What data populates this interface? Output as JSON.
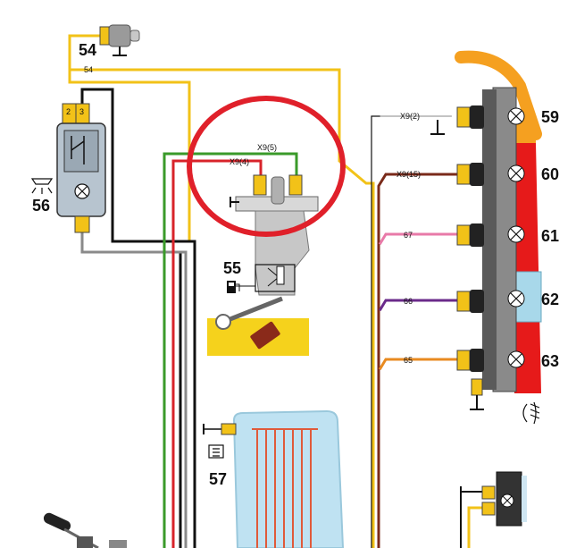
{
  "components": {
    "c54": "54",
    "c55": "55",
    "c56": "56",
    "c57": "57",
    "c59": "59",
    "c60": "60",
    "c61": "61",
    "c62": "62",
    "c63": "63"
  },
  "wire_labels": {
    "w54": "54",
    "x9_2": "X9(2)",
    "x9_15": "X9(15)",
    "x9_5": "X9(5)",
    "x9_4": "X9(4)",
    "w67": "67",
    "w66": "66",
    "w65": "65"
  },
  "connector_pins": {
    "pin2": "2",
    "pin3": "3"
  },
  "colors": {
    "yellow_wire": "#f2c218",
    "green_wire": "#3a9a2a",
    "red_wire": "#d8232a",
    "black_wire": "#111111",
    "grey_wire": "#8a8a8a",
    "pink_wire": "#e87aa8",
    "purple_wire": "#6a2a8a",
    "orange_wire": "#e88a20",
    "brown_wire": "#7a2a1a",
    "highlight_circle": "#e0202a",
    "tail_lamp_red": "#e61a1a",
    "tail_lamp_orange": "#f5a020",
    "reverse_lamp": "#a8d8ea",
    "tank_yellow": "#f5d21c"
  }
}
